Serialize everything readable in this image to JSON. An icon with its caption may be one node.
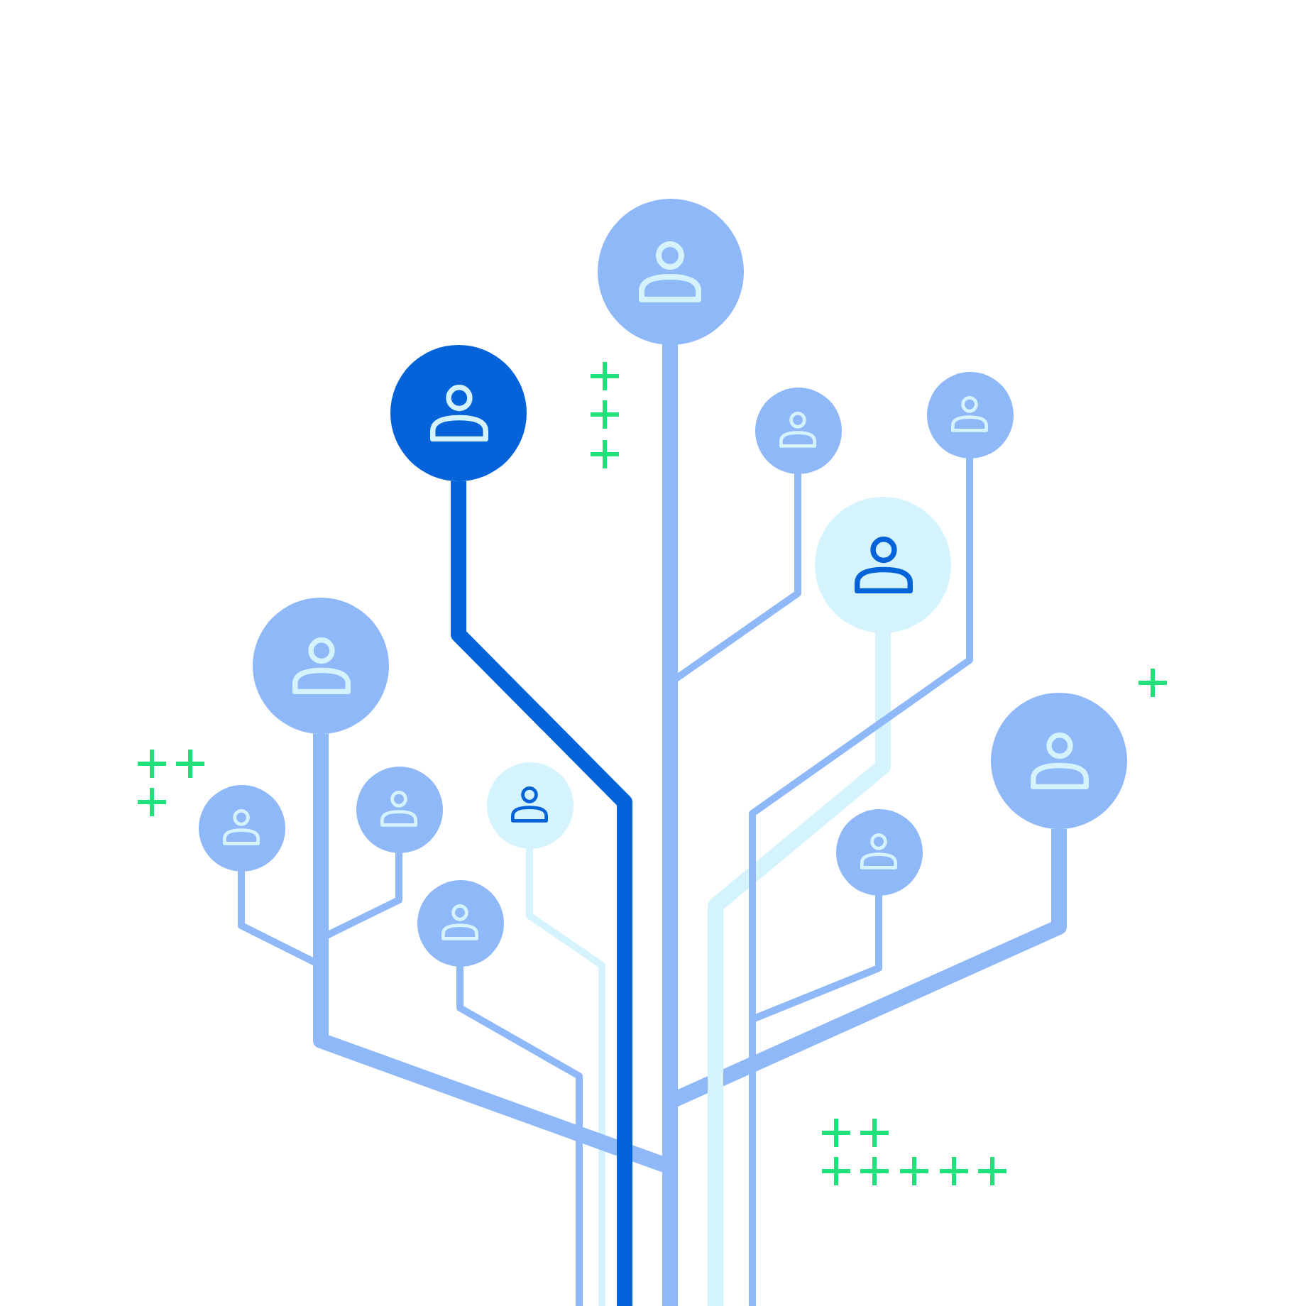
{
  "diagram": {
    "nodes": [
      {
        "text": [],
        "shape": "person"
      },
      {
        "text": [],
        "shape": "person"
      },
      {
        "text": [],
        "shape": "person"
      },
      {
        "text": [],
        "shape": "person"
      },
      {
        "text": [],
        "shape": "person"
      },
      {
        "text": [],
        "shape": "person"
      },
      {
        "text": [],
        "shape": "person"
      },
      {
        "text": [],
        "shape": "person"
      },
      {
        "text": [],
        "shape": "person"
      },
      {
        "text": [],
        "shape": "person"
      },
      {
        "text": [],
        "shape": "person"
      },
      {
        "text": [],
        "shape": "person"
      }
    ],
    "edges": [
      {
        "from": 0,
        "to": null,
        "arrow": "none",
        "style": "thick"
      },
      {
        "from": 1,
        "to": null,
        "arrow": "none",
        "style": "thick",
        "color": "#0563d9"
      },
      {
        "from": 2,
        "to": null,
        "arrow": "none"
      },
      {
        "from": 3,
        "to": null,
        "arrow": "none"
      },
      {
        "from": 4,
        "to": null,
        "arrow": "none",
        "style": "thick",
        "color": "#d5f3fc"
      },
      {
        "from": 5,
        "to": null,
        "arrow": "none",
        "style": "thick"
      },
      {
        "from": 6,
        "to": null,
        "arrow": "none",
        "style": "thick"
      },
      {
        "from": 7,
        "to": null,
        "arrow": "none"
      },
      {
        "from": 8,
        "to": null,
        "arrow": "none"
      },
      {
        "from": 9,
        "to": null,
        "arrow": "none",
        "color": "#d5f3fc"
      },
      {
        "from": 10,
        "to": null,
        "arrow": "none"
      },
      {
        "from": 11,
        "to": null,
        "arrow": "none"
      }
    ]
  }
}
